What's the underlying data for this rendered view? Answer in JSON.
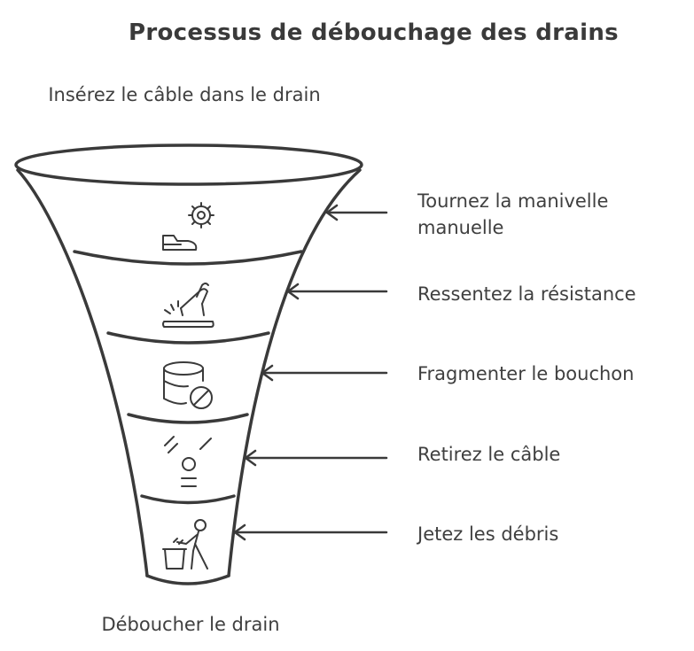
{
  "title": "Processus de débouchage des drains",
  "top_label": "Insérez le câble dans le drain",
  "bottom_label": "Déboucher le drain",
  "steps": [
    {
      "label": "Tournez la manivelle manuelle",
      "icon": "hand-crank-icon"
    },
    {
      "label": "Ressentez la résistance",
      "icon": "hand-resistance-icon"
    },
    {
      "label": "Fragmenter le bouchon",
      "icon": "blocked-database-icon"
    },
    {
      "label": "Retirez le câble",
      "icon": "cable-removal-icon"
    },
    {
      "label": "Jetez les débris",
      "icon": "trash-disposal-icon"
    }
  ],
  "colors": {
    "stroke": "#3a3a3a",
    "text": "#3f3f3f",
    "background": "#ffffff"
  }
}
